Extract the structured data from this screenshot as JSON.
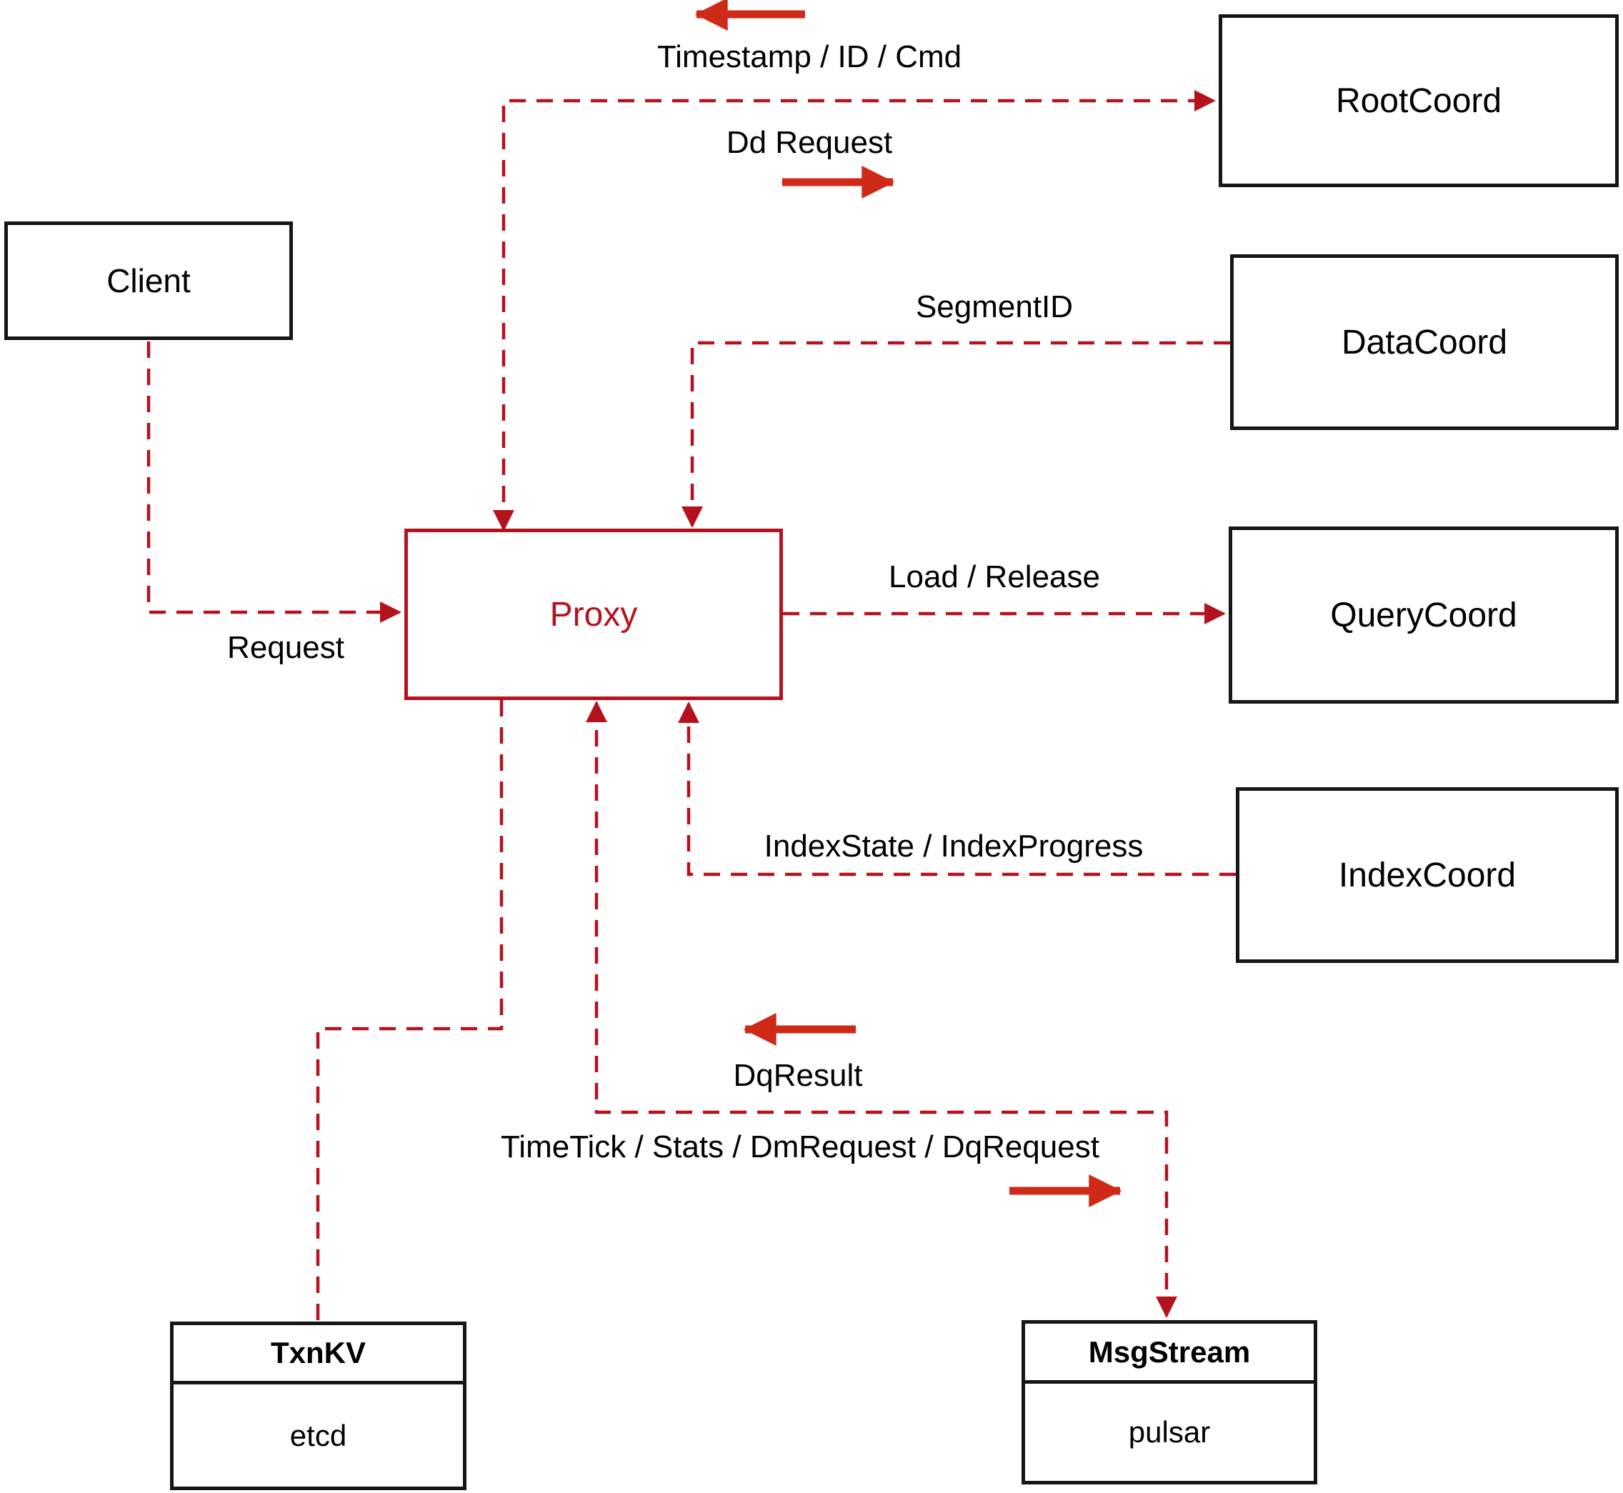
{
  "diagram": {
    "nodes": {
      "client": {
        "label": "Client"
      },
      "proxy": {
        "label": "Proxy"
      },
      "root_coord": {
        "label": "RootCoord"
      },
      "data_coord": {
        "label": "DataCoord"
      },
      "query_coord": {
        "label": "QueryCoord"
      },
      "index_coord": {
        "label": "IndexCoord"
      },
      "txn_kv": {
        "title": "TxnKV",
        "subtitle": "etcd"
      },
      "msg_stream": {
        "title": "MsgStream",
        "subtitle": "pulsar"
      }
    },
    "edge_labels": {
      "timestamp": "Timestamp / ID / Cmd",
      "dd_request": "Dd Request",
      "segment_id": "SegmentID",
      "request": "Request",
      "load_release": "Load / Release",
      "index_state": "IndexState / IndexProgress",
      "dq_result": "DqResult",
      "timetick": "TimeTick / Stats / DmRequest / DqRequest"
    },
    "colors": {
      "line_red": "#b5121f",
      "arrow_red": "#cf2a18",
      "border_black": "#161616",
      "text_black": "#000000",
      "background": "#ffffff"
    }
  }
}
